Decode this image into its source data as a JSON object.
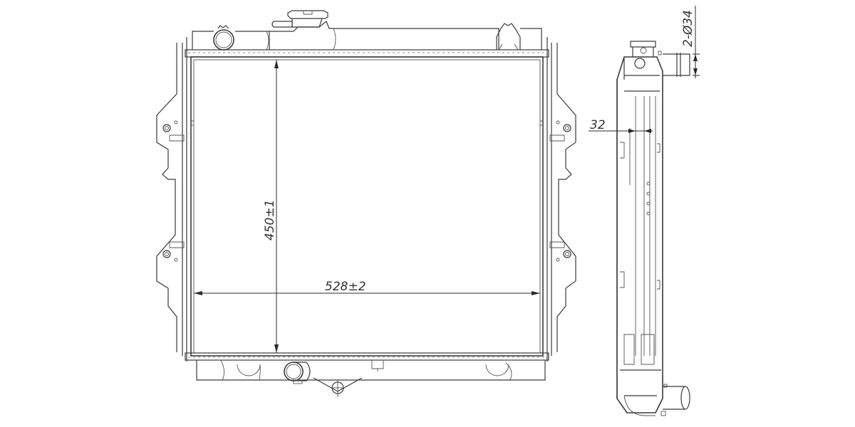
{
  "drawing": {
    "subject": "Radiator technical drawing",
    "views": [
      "front-view",
      "side-view"
    ],
    "line_color": "#3a3a3a",
    "background": "#ffffff"
  },
  "dimensions": {
    "height": {
      "label": "450±1",
      "value_mm": 450,
      "tolerance_mm": 1
    },
    "width": {
      "label": "528±2",
      "value_mm": 528,
      "tolerance_mm": 2
    },
    "core_thickness": {
      "label": "32",
      "value_mm": 32
    },
    "pipe_diameter": {
      "label": "2-Ø34",
      "count": 2,
      "diameter_mm": 34
    }
  }
}
